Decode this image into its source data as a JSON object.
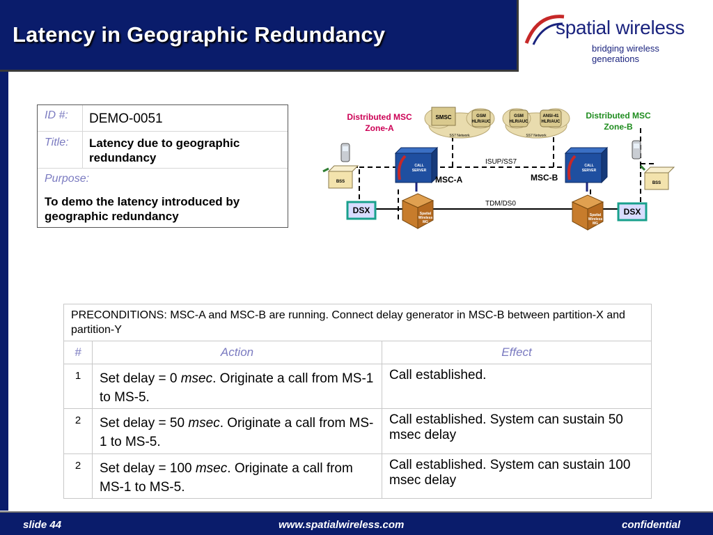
{
  "header": {
    "title": "Latency in Geographic Redundancy"
  },
  "logo": {
    "name": "spatial wireless",
    "tagline": "bridging wireless generations"
  },
  "info_box": {
    "id_label": "ID #:",
    "id_value": "DEMO-0051",
    "title_label": "Title:",
    "title_value": "Latency due to geographic redundancy",
    "purpose_label": "Purpose:",
    "purpose_value": "To demo the latency introduced by geographic redundancy"
  },
  "diagram": {
    "zone_a": [
      "Distributed MSC",
      "Zone-A"
    ],
    "zone_b": [
      "Distributed MSC",
      "Zone-B"
    ],
    "msc_a": "MSC-A",
    "msc_b": "MSC-B",
    "isup": "ISUP/SS7",
    "tdm": "TDM/DS0",
    "dsx": "DSX",
    "smsc": "SMSC",
    "gsm_hlr": [
      "GSM",
      "HLR/AUC"
    ],
    "ansi_hlr": [
      "ANSI-41",
      "HLR/AUC"
    ],
    "ss7_network": "SS7 Network",
    "bss": "BSS",
    "call_server": [
      "CALL",
      "SERVER"
    ],
    "mg": [
      "Spatial",
      "Wireless",
      "MG"
    ]
  },
  "table": {
    "preconditions": "PRECONDITIONS: MSC-A and MSC-B are running. Connect delay generator in MSC-B between partition-X and partition-Y",
    "headers": {
      "num": "#",
      "action": "Action",
      "effect": "Effect"
    },
    "rows": [
      {
        "num": "1",
        "action_pre": "Set delay = 0 ",
        "action_unit": "msec",
        "action_post": ". Originate a call from MS-1 to MS-5.",
        "effect": "Call established."
      },
      {
        "num": "2",
        "action_pre": "Set delay = 50 ",
        "action_unit": "msec",
        "action_post": ". Originate a call from MS-1 to MS-5.",
        "effect": "Call established. System can sustain 50 msec delay"
      },
      {
        "num": "2",
        "action_pre": "Set delay = 100 ",
        "action_unit": "msec",
        "action_post": ". Originate a call from MS-1 to MS-5.",
        "effect": "Call established. System can sustain 100 msec delay"
      }
    ]
  },
  "footer": {
    "slide": "slide  44",
    "url": "www.spatialwireless.com",
    "confidential": "confidential"
  },
  "colors": {
    "navy": "#0a1c6b",
    "label": "#7a7ac0",
    "zone_a": "#cc0055",
    "zone_b": "#1e8c1e",
    "dsx_border": "#19a08c"
  }
}
